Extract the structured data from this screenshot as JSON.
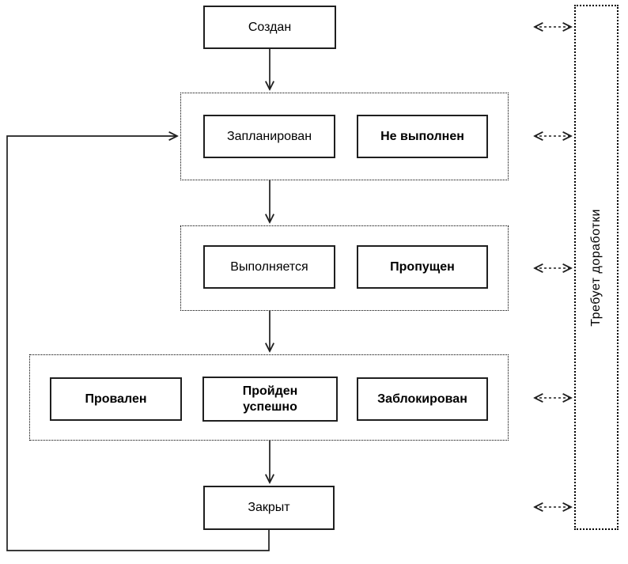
{
  "diagram": {
    "nodes": {
      "created": "Создан",
      "planned": "Запланирован",
      "not_executed": "Не выполнен",
      "in_progress": "Выполняется",
      "skipped": "Пропущен",
      "failed": "Провален",
      "passed": {
        "line1": "Пройден",
        "line2": "успешно"
      },
      "blocked": "Заблокирован",
      "closed": "Закрыт"
    },
    "side_label": "Требует доработки",
    "colors": {
      "line": "#1f1f1f",
      "text": "#000000",
      "background": "#ffffff"
    }
  }
}
